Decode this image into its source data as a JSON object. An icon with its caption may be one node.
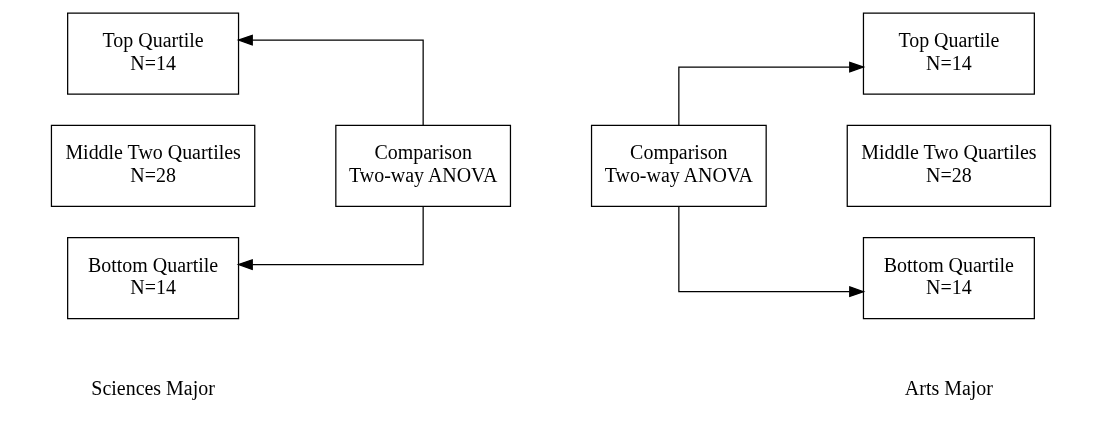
{
  "diagram": {
    "nodes": [
      {
        "text": [
          "Top Quartile",
          "N=14"
        ]
      },
      {
        "text": [
          "Middle Two Quartiles",
          "N=28"
        ]
      },
      {
        "text": [
          "Bottom Quartile",
          "N=14"
        ]
      },
      {
        "text": [
          "Comparison",
          "Two-way ANOVA"
        ]
      },
      {
        "text": [
          "Comparison",
          "Two-way ANOVA"
        ]
      },
      {
        "text": [
          "Top Quartile",
          "N=14"
        ]
      },
      {
        "text": [
          "Middle Two Quartiles",
          "N=28"
        ]
      },
      {
        "text": [
          "Bottom Quartile",
          "N=14"
        ]
      }
    ],
    "edges": [
      {
        "from": 3,
        "to": 0,
        "arrow": "to"
      },
      {
        "from": 3,
        "to": 2,
        "arrow": "to"
      },
      {
        "from": 4,
        "to": 5,
        "arrow": "to"
      },
      {
        "from": 4,
        "to": 7,
        "arrow": "to"
      }
    ],
    "labels": [
      "Sciences Major",
      "Arts Major"
    ]
  }
}
